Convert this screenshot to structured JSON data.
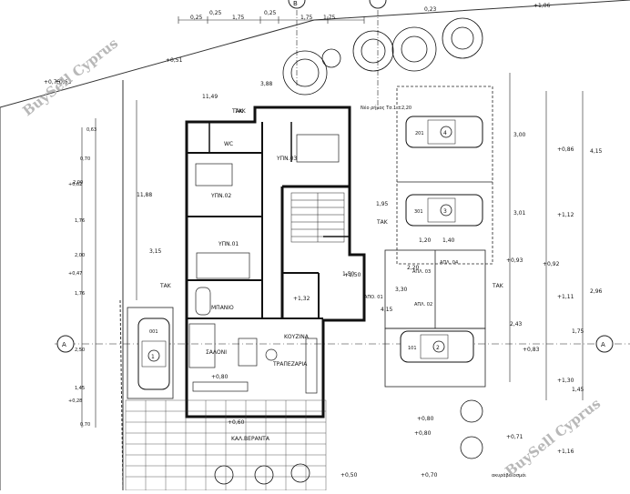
{
  "watermark": {
    "text": "BuySell Cyprus"
  },
  "axis_markers": {
    "a_left": "A",
    "a_right": "A",
    "b_top": "B"
  },
  "rooms": {
    "bedroom_1": "ΥΠΝ.01",
    "bedroom_2": "ΥΠΝ.02",
    "bedroom_3": "ΥΠΝ.03",
    "bathroom": "ΜΠΑΝΙΟ",
    "salon": "ΣΑΛΟΝΙ",
    "kitchen": "ΚΟΥΖΙΝΑ",
    "dining": "ΤΡΑΠΕΖΑΡΙΑ",
    "veranda": "ΚΑΛ.ΒΕΡΑΝΤΑ",
    "wc": "WC",
    "wc_lower": "ΤΑΚ"
  },
  "labels": {
    "tak_1": "ΤΑΚ",
    "tak_2": "ΤΑΚ",
    "tak_3": "ΤΑΚ",
    "tak_4": "ΤΑΚ",
    "stair_area": "ΑΠΟ. 01",
    "apo_02": "ΑΠΛ. 02",
    "apo_03": "ΑΠΛ. 03",
    "apo_04": "ΑΠΛ. 04",
    "storage_note": "Νέο ρήμος\nΤσ.1 ±2,20",
    "garden_note": "ακυράβαιοσμόι"
  },
  "cars": [
    {
      "num": "4",
      "tag": "201"
    },
    {
      "num": "3",
      "tag": "301"
    },
    {
      "num": "2",
      "tag": "101"
    },
    {
      "num": "1",
      "tag": "001"
    }
  ],
  "dimensions": {
    "top_1": "0,25",
    "top_2": "1,75",
    "top_3": "0,25",
    "top_4": "1,75",
    "top_5": "0,25",
    "top_6": "1,75",
    "top_7": "0,23",
    "upper_left_1": "+0,63",
    "upper_left_2": "+0,51",
    "upper_left_3": "+0,75",
    "left_1": "11,49",
    "left_2": "3,88",
    "left_3": "11,88",
    "left_4": "3,15",
    "right_col_1": "4,15",
    "right_col_2": "3,00",
    "right_col_3": "3,01",
    "right_col_4": "2,96",
    "right_col_5": "1,75",
    "right_col_6": "1,45",
    "lev_1": "+1,06",
    "lev_2": "+0,86",
    "lev_3": "+1,12",
    "lev_4": "+0,93",
    "lev_5": "+0,92",
    "lev_6": "+1,11",
    "lev_7": "+0,83",
    "lev_8": "+1,30",
    "lev_9": "+0,71",
    "lev_10": "+1,16",
    "mid_1": "1,95",
    "mid_2": "1,20",
    "mid_3": "1,40",
    "mid_4": "1,50",
    "mid_5": "2,20",
    "mid_6": "3,30",
    "mid_7": "2,43",
    "mid_8": "4,15",
    "kitchen_lev": "+0,80",
    "salon_lev": "+0,80",
    "bath_lev": "+1,32",
    "stair_lev": "+1,50",
    "bottom_1": "+0,60",
    "bottom_2": "+0,80",
    "bottom_3": "+0,50",
    "bottom_4": "+0,70"
  }
}
